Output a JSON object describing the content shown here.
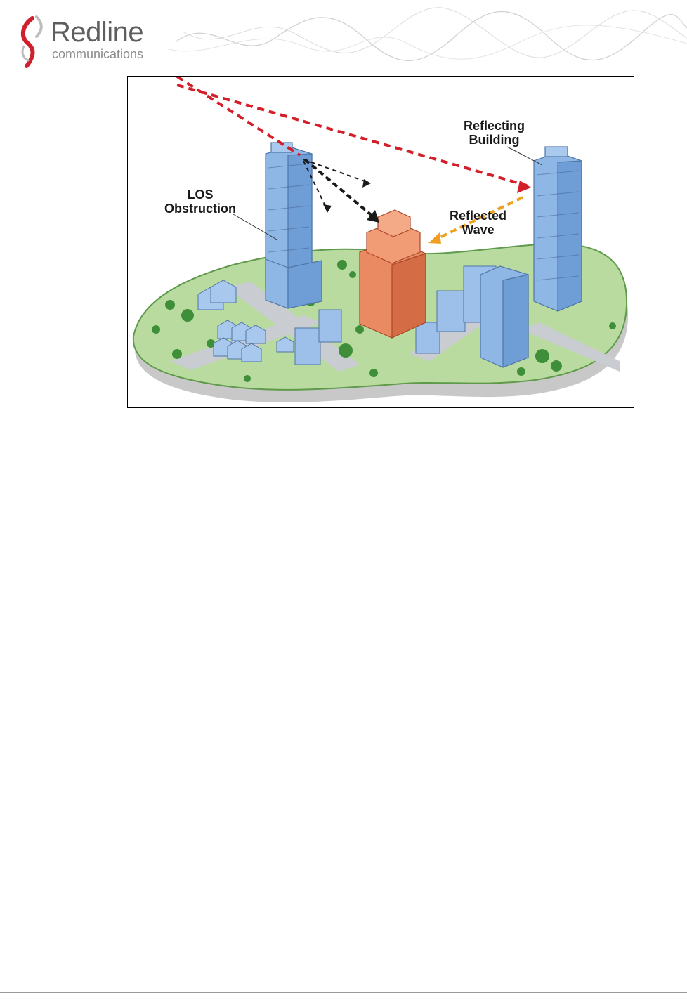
{
  "header": {
    "brand_name": "Redline",
    "brand_sub": "communications",
    "brand_color": "#d0202e",
    "text_color": "#5e5e5e"
  },
  "figure": {
    "labels": {
      "los_line1": "LOS",
      "los_line2": "Obstruction",
      "reflecting_line1": "Reflecting",
      "reflecting_line2": "Building",
      "reflected_line1": "Reflected",
      "reflected_line2": "Wave"
    },
    "colors": {
      "signal": "#d31f2a",
      "reflected": "#f0a020",
      "ground": "#b9dba0",
      "building_blue": "#8fb7e6",
      "building_orange": "#e98a62"
    }
  }
}
